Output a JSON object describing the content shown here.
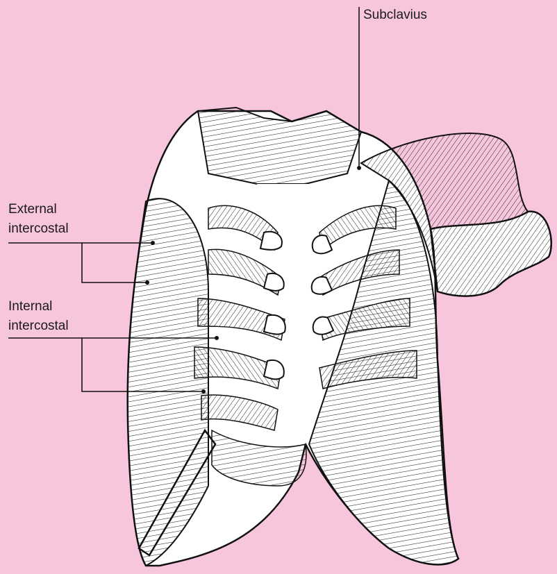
{
  "background_color": "#f7c6dd",
  "labels": {
    "subclavius": "Subclavius",
    "external_line1": "External",
    "external_line2": "intercostal",
    "internal_line1": "Internal",
    "internal_line2": "intercostal"
  }
}
